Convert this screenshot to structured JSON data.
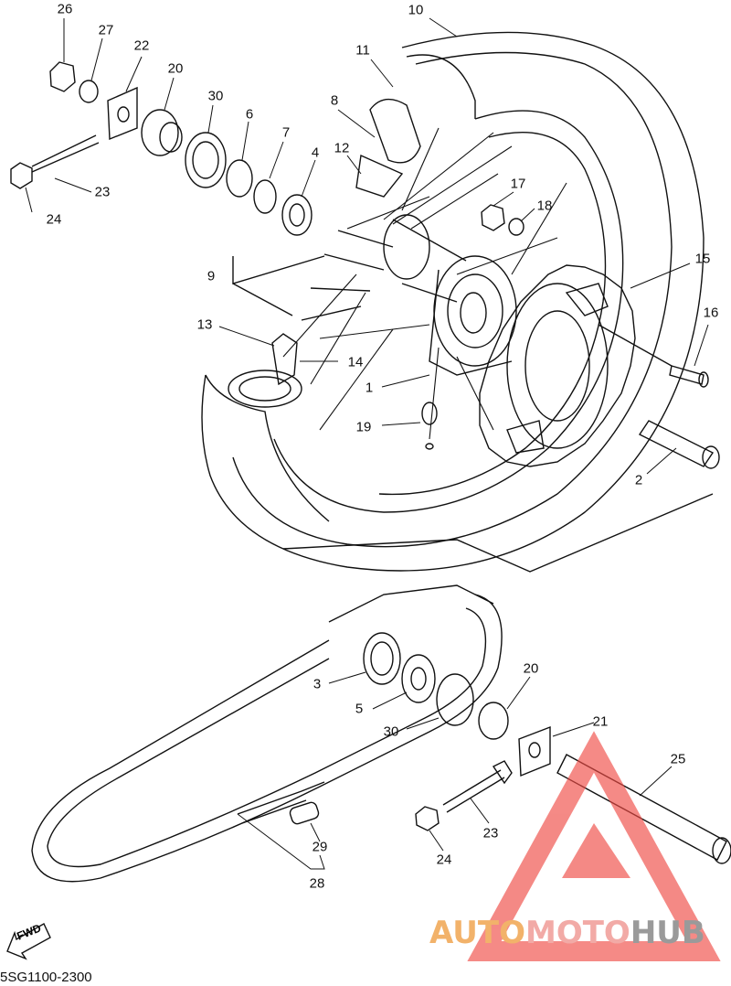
{
  "callouts": [
    {
      "id": "c10a",
      "text": "10"
    },
    {
      "id": "c26",
      "text": "26"
    },
    {
      "id": "c27",
      "text": "27"
    },
    {
      "id": "c22",
      "text": "22"
    },
    {
      "id": "c20a",
      "text": "20"
    },
    {
      "id": "c30a",
      "text": "30"
    },
    {
      "id": "c11",
      "text": "11"
    },
    {
      "id": "c8",
      "text": "8"
    },
    {
      "id": "c6",
      "text": "6"
    },
    {
      "id": "c7",
      "text": "7"
    },
    {
      "id": "c12",
      "text": "12"
    },
    {
      "id": "c4",
      "text": "4"
    },
    {
      "id": "c17",
      "text": "17"
    },
    {
      "id": "c18",
      "text": "18"
    },
    {
      "id": "c23a",
      "text": "23"
    },
    {
      "id": "c24a",
      "text": "24"
    },
    {
      "id": "c9",
      "text": "9"
    },
    {
      "id": "c15",
      "text": "15"
    },
    {
      "id": "c16",
      "text": "16"
    },
    {
      "id": "c13",
      "text": "13"
    },
    {
      "id": "c14",
      "text": "14"
    },
    {
      "id": "c1",
      "text": "1"
    },
    {
      "id": "c19",
      "text": "19"
    },
    {
      "id": "c2",
      "text": "2"
    },
    {
      "id": "c3",
      "text": "3"
    },
    {
      "id": "c20b",
      "text": "20"
    },
    {
      "id": "c5",
      "text": "5"
    },
    {
      "id": "c21",
      "text": "21"
    },
    {
      "id": "c30b",
      "text": "30"
    },
    {
      "id": "c25",
      "text": "25"
    },
    {
      "id": "c23b",
      "text": "23"
    },
    {
      "id": "c24b",
      "text": "24"
    },
    {
      "id": "c29",
      "text": "29"
    },
    {
      "id": "c28",
      "text": "28"
    }
  ],
  "fwd_label": "FWD",
  "diagram_code": "5SG1100-2300",
  "watermark": {
    "part1": "AUTO",
    "part2": "MOTO",
    "part3": "HUB",
    "color1": "#f2b26a",
    "color2": "#f2aaa6",
    "color3": "#9a9a9a"
  },
  "colors": {
    "line": "#111111",
    "logo_red": "#ef4b45"
  }
}
